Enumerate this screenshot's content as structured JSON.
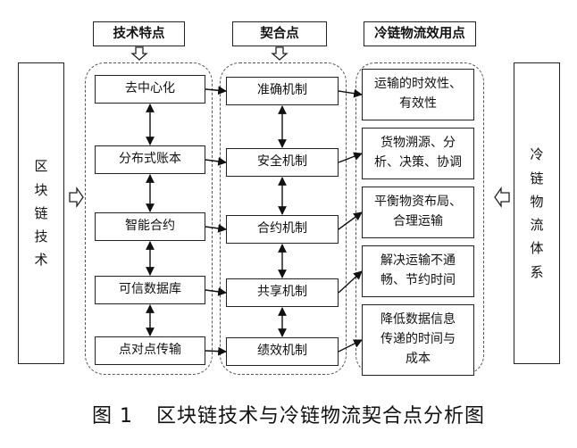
{
  "headers": {
    "tech": "技术特点",
    "fit": "契合点",
    "use": "冷链物流效用点"
  },
  "left_label": "区\n块\n链\n技\n术",
  "right_label": "冷\n链\n物\n流\n体\n系",
  "tech_items": [
    "去中心化",
    "分布式账本",
    "智能合约",
    "可信数据库",
    "点对点传输"
  ],
  "mechanisms": [
    "准确机制",
    "安全机制",
    "合约机制",
    "共享机制",
    "绩效机制"
  ],
  "utilities": [
    "运输的时效性、\n有效性",
    "货物溯源、分\n析、决策、协调",
    "平衡物资布局、\n合理运输",
    "解决运输不通\n畅、节约时间",
    "降低数据信息\n传递的时间与\n成本"
  ],
  "caption": {
    "number": "图 1",
    "title": "区块链技术与冷链物流契合点分析图"
  }
}
